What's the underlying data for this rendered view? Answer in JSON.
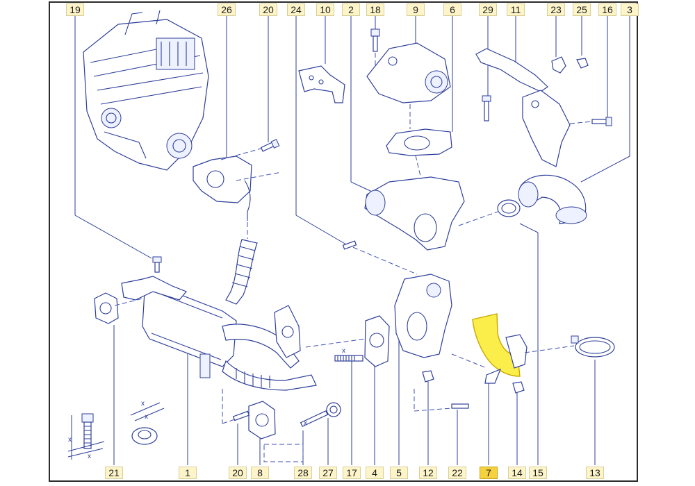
{
  "diagram": {
    "callouts_top": [
      "19",
      "26",
      "20",
      "24",
      "10",
      "2",
      "18",
      "9",
      "6",
      "29",
      "11",
      "23",
      "25",
      "16",
      "3"
    ],
    "callouts_bottom": [
      "21",
      "1",
      "20",
      "8",
      "28",
      "27",
      "17",
      "4",
      "5",
      "12",
      "22",
      "7",
      "14",
      "15",
      "13"
    ],
    "highlighted_part": "7",
    "dimension_marks": [
      "x",
      "x",
      "x",
      "x",
      "x",
      "x"
    ],
    "colors": {
      "line": "#2d3e9a",
      "highlight": "#f5d13d",
      "hose_fill": "#fbee4a",
      "label_bg": "#fdf5c9"
    }
  }
}
